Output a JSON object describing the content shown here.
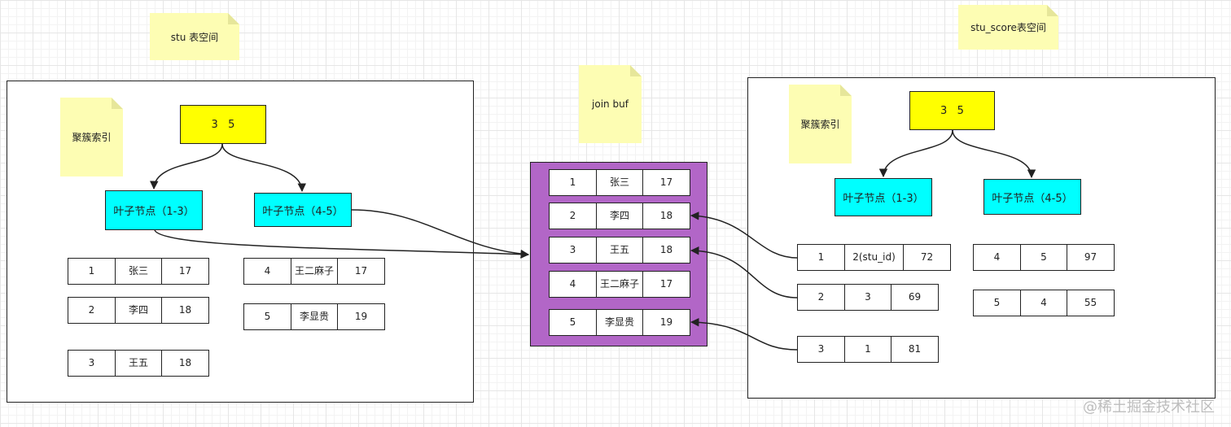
{
  "notes": {
    "stu_space": "stu 表空间",
    "score_space": "stu_score表空间",
    "join_buf": "join buf",
    "clustered_left": "聚簇索引",
    "clustered_right": "聚簇索引"
  },
  "stu_tree": {
    "root": "3   5",
    "leaf_left": "叶子节点（1-3）",
    "leaf_right": "叶子节点（4-5）",
    "rows_a": [
      [
        "1",
        "张三",
        "17"
      ],
      [
        "2",
        "李四",
        "18"
      ],
      [
        "3",
        "王五",
        "18"
      ]
    ],
    "rows_b": [
      [
        "4",
        "王二麻子",
        "17"
      ],
      [
        "5",
        "李显贵",
        "19"
      ]
    ]
  },
  "join_buf_rows": [
    [
      "1",
      "张三",
      "17"
    ],
    [
      "2",
      "李四",
      "18"
    ],
    [
      "3",
      "王五",
      "18"
    ],
    [
      "4",
      "王二麻子",
      "17"
    ],
    [
      "5",
      "李显贵",
      "19"
    ]
  ],
  "score_tree": {
    "root": "3   5",
    "leaf_left": "叶子节点（1-3）",
    "leaf_right": "叶子节点（4-5）",
    "rows_a": [
      [
        "1",
        "2(stu_id)",
        "72"
      ],
      [
        "2",
        "3",
        "69"
      ],
      [
        "3",
        "1",
        "81"
      ]
    ],
    "rows_b": [
      [
        "4",
        "5",
        "97"
      ],
      [
        "5",
        "4",
        "55"
      ]
    ]
  },
  "watermark": "@稀土掘金技术社区",
  "colors": {
    "root": "#ffff00",
    "leaf": "#00ffff",
    "buffer": "#b266c7",
    "note": "#fdfdb3"
  }
}
